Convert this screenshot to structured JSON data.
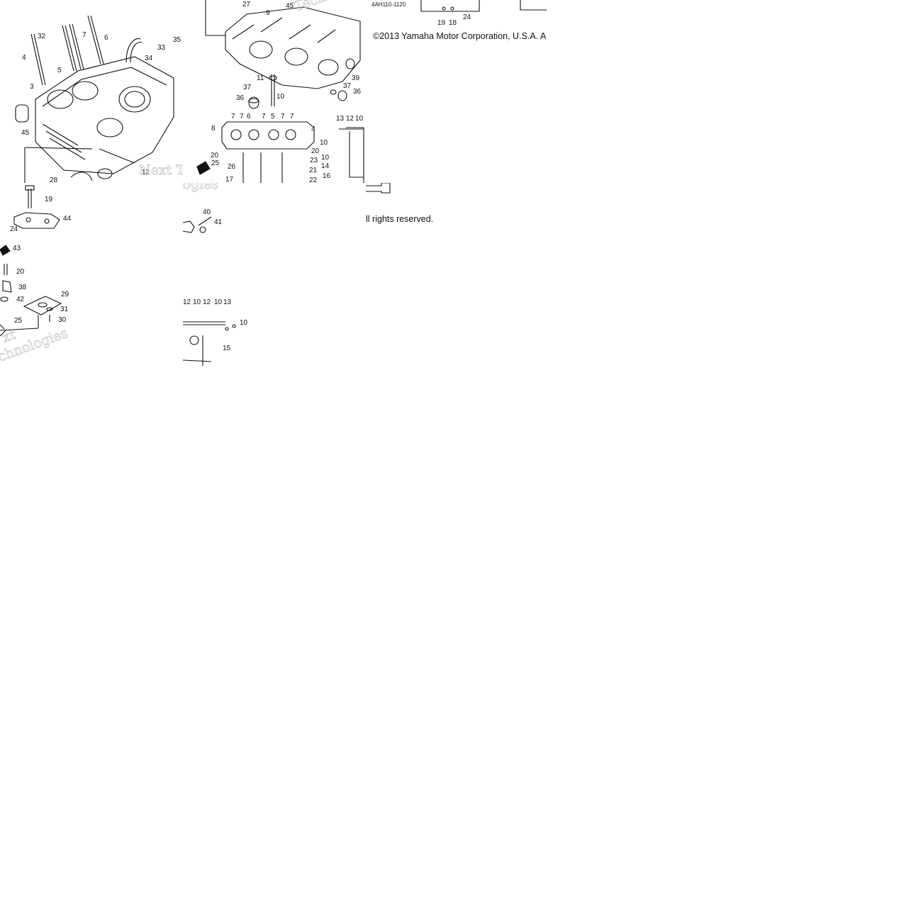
{
  "diagram": {
    "copyright_line": "©2013 Yamaha Motor Corporation, U.S.A. A",
    "rights_line": "ll rights reserved.",
    "drawing_code": "4AH110-1120",
    "watermark_fragments": [
      "Next Te",
      "ologies",
      "chnologies",
      "xt",
      "Techno"
    ],
    "callouts": {
      "t1": [
        "32",
        "7",
        "6",
        "35",
        "33",
        "34",
        "4",
        "5",
        "3",
        "45",
        "28",
        "12"
      ],
      "t2": [
        "27",
        "45",
        "9",
        "11",
        "10",
        "37",
        "36",
        "39",
        "37",
        "36",
        "7",
        "7",
        "6",
        "7",
        "5",
        "7",
        "7",
        "8",
        "4",
        "20",
        "20",
        "25",
        "26",
        "23",
        "21",
        "17",
        "22",
        "13",
        "12",
        "10",
        "10",
        "10",
        "14",
        "16"
      ],
      "t3": [
        "19",
        "24",
        "18"
      ],
      "t4": [
        "19",
        "44",
        "24",
        "43",
        "20",
        "38",
        "29",
        "42",
        "31",
        "25",
        "30"
      ],
      "t5": [
        "40",
        "41",
        "12",
        "10",
        "12",
        "10",
        "13",
        "10",
        "15"
      ]
    }
  }
}
